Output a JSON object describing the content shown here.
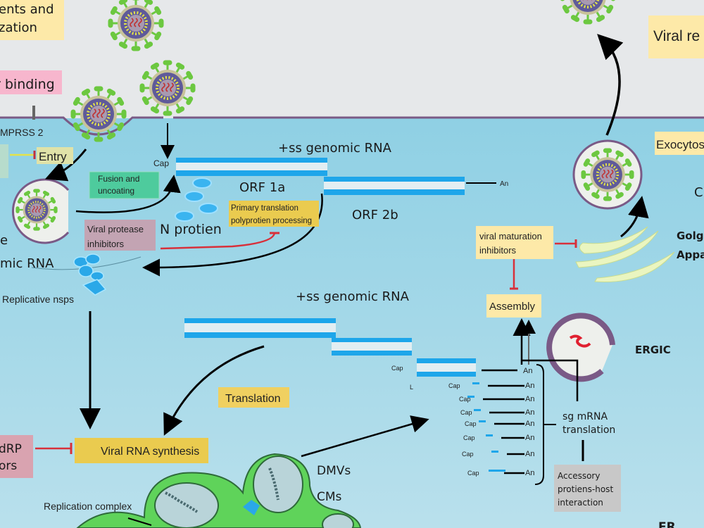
{
  "colors": {
    "extracellular": "#e6e8ea",
    "cytoplasm": "#8fd0e4",
    "membrane": "#7a5a86",
    "rna_blue": "#1ea6ea",
    "inhibitor_red": "#d8303a",
    "label_yellow": "#fde9a8",
    "label_gold": "#eacb4f",
    "label_pink": "#f7b6cd",
    "label_mauve": "#c3a4b3",
    "label_green": "#4ecb9d",
    "label_grey": "#c8c8c8",
    "dmv_green": "#5fd35a"
  },
  "labels": {
    "attachment_line1": "ents and",
    "attachment_line2": "zation",
    "receptor_binding": "r binding",
    "tmprss2": "MPRSS 2",
    "entry": "Entry",
    "fusion_line1": "Fusion and",
    "fusion_line2": "uncoating",
    "cap_top": "Cap",
    "genomic_rna_top": "+ss genomic RNA",
    "orf1a": "ORF 1a",
    "orf2b": "ORF 2b",
    "an_top": "An",
    "n_protein": "N protien",
    "primary_line1": "Primary translation",
    "primary_line2": "polyprotien processing",
    "protease_line1": "Viral protease",
    "protease_line2": "inhibitors",
    "genomic_left_line1": "e",
    "genomic_left_line2": "mic RNA",
    "replicative_nsps": "Replicative nsps",
    "genomic_rna_mid": "+ss genomic  RNA",
    "cap_mid": "Cap",
    "l_mid": "L",
    "translation": "Translation",
    "viral_rna_synthesis": "Viral RNA synthesis",
    "rdrp_line1": "dRP",
    "rdrp_line2": "ors",
    "dmvs": "DMVs",
    "cms": "CMs",
    "replication_complex": "Replication complex",
    "sg_line1": "sg mRNA",
    "sg_line2": "translation",
    "accessory_line1": "Accessory",
    "accessory_line2": "protiens-host",
    "accessory_line3": "interaction",
    "assembly": "Assembly",
    "maturation_line1": "viral maturation",
    "maturation_line2": "inhibitors",
    "golgi_line1": "Golg",
    "golgi_line2": "Appa",
    "exocytosis": "Exocytos",
    "viral_release": "Viral re",
    "c_partial": "C",
    "ergic": "ERGIC",
    "er": "ER"
  },
  "sg_mrnas": [
    {
      "cap": "Cap",
      "an": "An"
    },
    {
      "cap": "Cap",
      "an": "An"
    },
    {
      "cap": "Cap",
      "an": "An"
    },
    {
      "cap": "Cap",
      "an": "An"
    },
    {
      "cap": "Cap",
      "an": "An"
    },
    {
      "cap": "Cap",
      "an": "An"
    },
    {
      "cap": "Cap",
      "an": "An"
    },
    {
      "cap": "Cap",
      "an": "An"
    }
  ]
}
